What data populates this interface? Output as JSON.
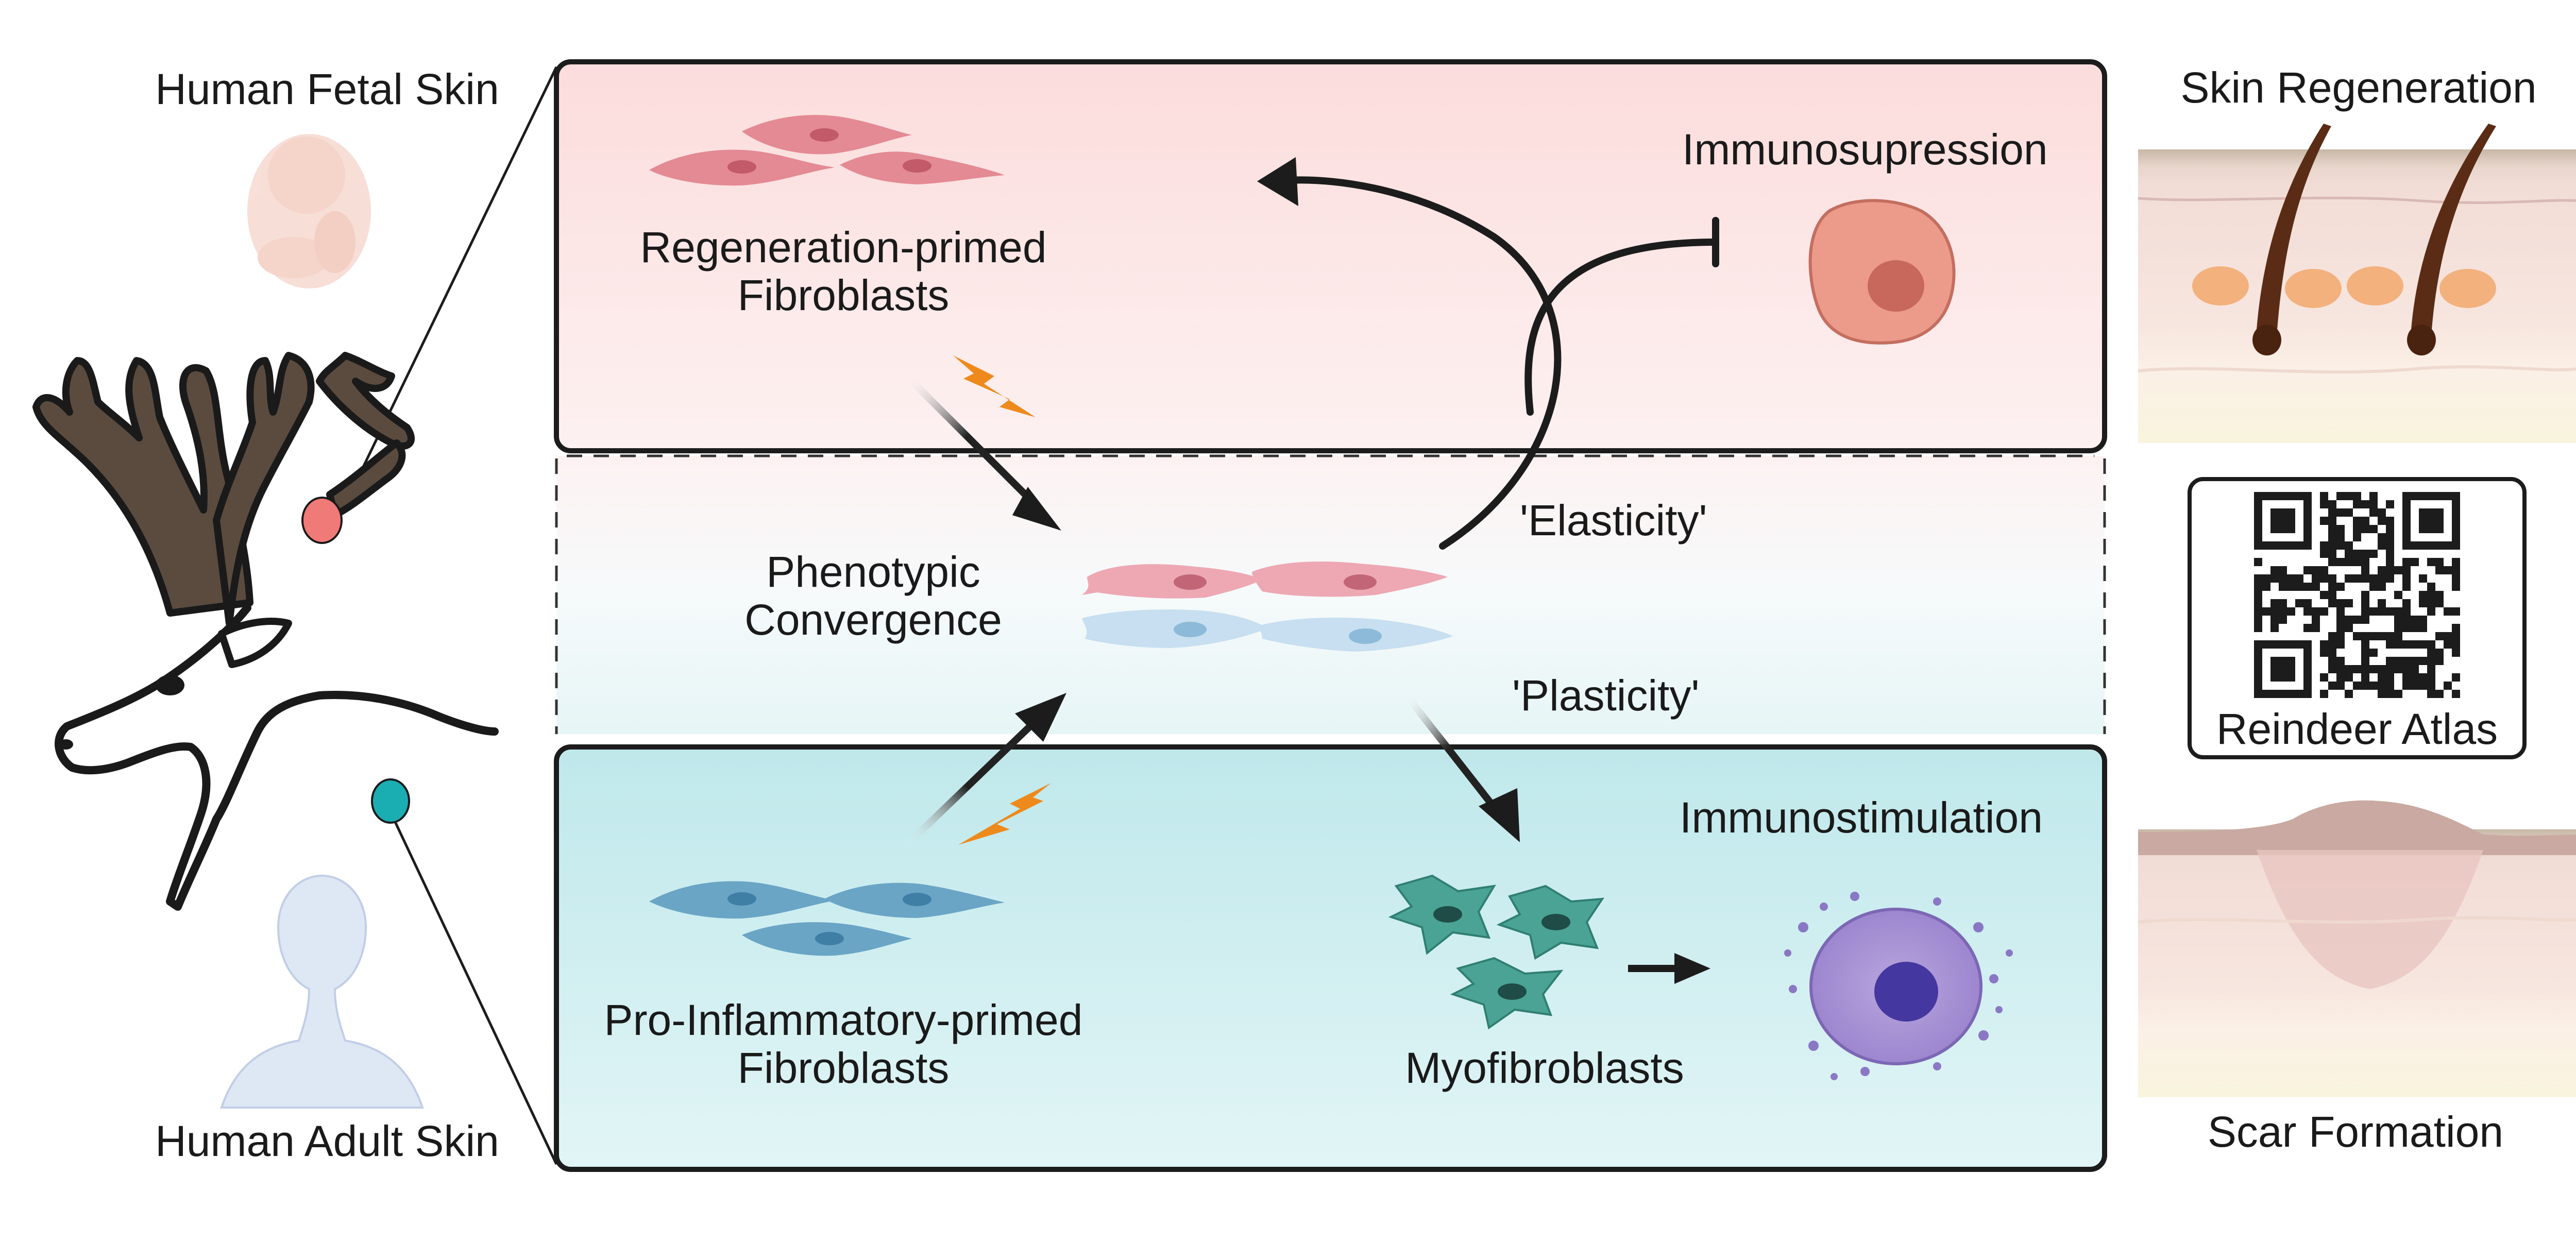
{
  "left": {
    "fetal_label": "Human Fetal Skin",
    "adult_label": "Human Adult Skin"
  },
  "top_panel": {
    "fibroblast_label_line1": "Regeneration-primed",
    "fibroblast_label_line2": "Fibroblasts",
    "immuno_label": "Immunosupression"
  },
  "middle_panel": {
    "convergence_line1": "Phenotypic",
    "convergence_line2": "Convergence",
    "elasticity_label": "'Elasticity'",
    "plasticity_label": "'Plasticity'"
  },
  "bottom_panel": {
    "fibroblast_label_line1": "Pro-Inflammatory-primed",
    "fibroblast_label_line2": "Fibroblasts",
    "myofibroblast_label": "Myofibroblasts",
    "immuno_label": "Immunostimulation"
  },
  "right": {
    "regeneration_label": "Skin Regeneration",
    "qr_label": "Reindeer Atlas",
    "scar_label": "Scar Formation"
  },
  "colors": {
    "regeneration_panel": "#fcdede",
    "inflammatory_panel": "#cdeef0",
    "regeneration_cell": "#e38a94",
    "inflammatory_cell": "#6aa5c6",
    "myofibroblast": "#4aa394",
    "lightning": "#ee8a1c",
    "fetal_marker": "#f07a78",
    "adult_marker": "#1aaeb3",
    "antler": "#5a4a3e"
  }
}
